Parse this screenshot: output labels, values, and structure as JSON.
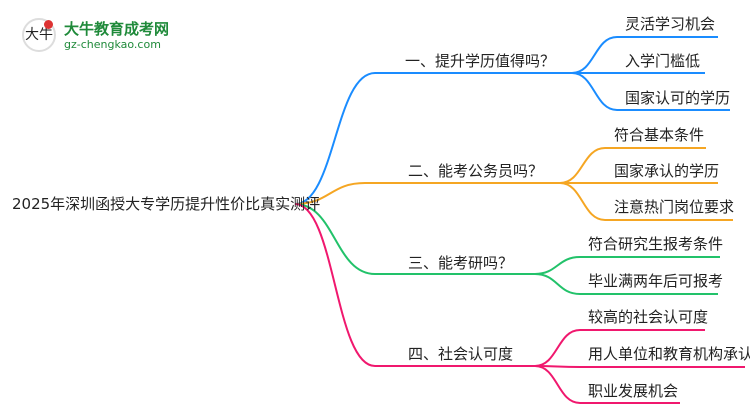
{
  "logo": {
    "name": "大牛教育成考网",
    "url": "gz-chengkao.com",
    "mark": "大牛"
  },
  "root": "2025年深圳函授大专学历提升性价比真实测评",
  "colors": [
    "#1a8cff",
    "#f5a623",
    "#22c26a",
    "#f0186e"
  ],
  "branches": [
    {
      "label": "一、提升学历值得吗？",
      "children": [
        "灵活学习机会",
        "入学门槛低",
        "国家认可的学历"
      ]
    },
    {
      "label": "二、能考公务员吗？",
      "children": [
        "符合基本条件",
        "国家承认的学历",
        "注意热门岗位要求"
      ]
    },
    {
      "label": "三、能考研吗？",
      "children": [
        "符合研究生报考条件",
        "毕业满两年后可报考"
      ]
    },
    {
      "label": "四、社会认可度",
      "children": [
        "较高的社会认可度",
        "用人单位和教育机构承认",
        "职业发展机会"
      ]
    }
  ]
}
